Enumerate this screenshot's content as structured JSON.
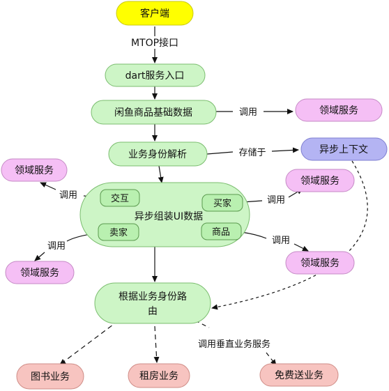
{
  "nodes": {
    "client": "客户端",
    "mtop": "MTOP接口",
    "dart": "dart服务入口",
    "base_data": "闲鱼商品基础数据",
    "domain_service_1": "领域服务",
    "identity_parse": "业务身份解析",
    "store_in": "存储于",
    "async_context": "异步上下文",
    "domain_service_2": "领域服务",
    "domain_service_3": "领域服务",
    "assemble_line1": "异步组装UI数据",
    "interact": "交互",
    "buyer": "买家",
    "seller": "卖家",
    "goods": "商品",
    "domain_service_4": "领域服务",
    "domain_service_5": "领域服务",
    "route_line1": "根据业务身份路",
    "route_line2": "由",
    "vertical_call": "调用垂直业务服务",
    "books": "图书业务",
    "rental": "租房业务",
    "free_delivery": "免费送业务"
  },
  "edge_labels": {
    "call_1": "调用",
    "call_interact": "调用",
    "call_buyer": "调用",
    "call_seller": "调用",
    "call_goods": "调用"
  },
  "colors": {
    "client_fill": "#ffff00",
    "green_fill": "#cdf5c6",
    "green_stroke": "#7bbd6f",
    "pink_fill": "#f5bff5",
    "pink_stroke": "#c58ac5",
    "blue_fill": "#b4b4f3",
    "blue_stroke": "#7e7ed0",
    "red_fill": "#f7c4c0",
    "red_stroke": "#cf8d87"
  }
}
